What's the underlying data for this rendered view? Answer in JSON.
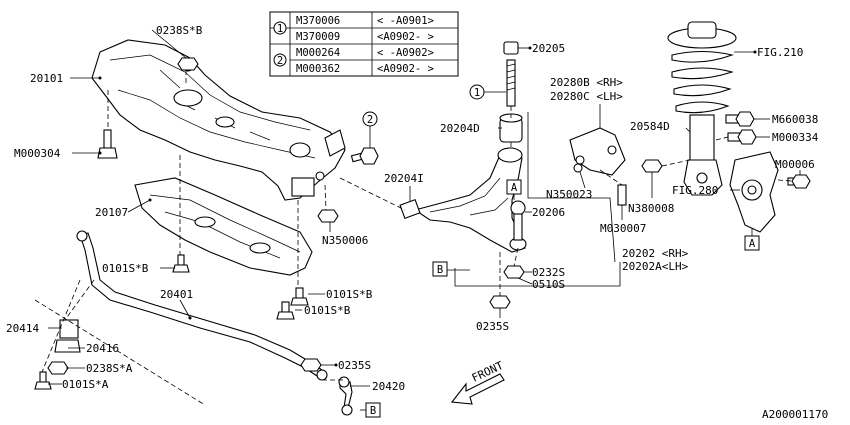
{
  "table": {
    "rows": [
      {
        "marker": "1",
        "part": "M370006",
        "range": "< -A0901>"
      },
      {
        "marker": "",
        "part": "M370009",
        "range": "<A0902- >"
      },
      {
        "marker": "2",
        "part": "M000264",
        "range": "< -A0902>"
      },
      {
        "marker": "",
        "part": "M000362",
        "range": "<A0902- >"
      }
    ]
  },
  "labels": {
    "p20101": "20101",
    "p0238sb_top": "0238S*B",
    "pM000304": "M000304",
    "p20107": "20107",
    "p0101sb_1": "0101S*B",
    "p0101sb_2": "0101S*B",
    "p0101sb_3": "0101S*B",
    "pN350006": "N350006",
    "p20401": "20401",
    "p20414": "20414",
    "p20416": "20416",
    "p0238sa": "0238S*A",
    "p0101sa": "0101S*A",
    "p0235s_a": "0235S",
    "p20420": "20420",
    "p20205": "20205",
    "p20204D": "20204D",
    "p20204I": "20204I",
    "p20206": "20206",
    "p0232s": "0232S",
    "p0510s": "0510S",
    "p0235s_b": "0235S",
    "p20280B": "20280B <RH>",
    "p20280C": "20280C <LH>",
    "pN350023": "N350023",
    "pM030007": "M030007",
    "p20202": "20202  <RH>",
    "p20202A": "20202A<LH>",
    "pFIG210": "FIG.210",
    "p20584D": "20584D",
    "pM660038": "M660038",
    "pM000334": "M000334",
    "pM00006": "M00006",
    "pFIG280": "FIG.280",
    "pN380008": "N380008",
    "front": "FRONT",
    "drawing_no": "A200001170"
  },
  "callouts": {
    "circle1": "1",
    "circle2": "2",
    "boxA_1": "A",
    "boxA_2": "A",
    "boxB_1": "B",
    "boxB_2": "B"
  }
}
